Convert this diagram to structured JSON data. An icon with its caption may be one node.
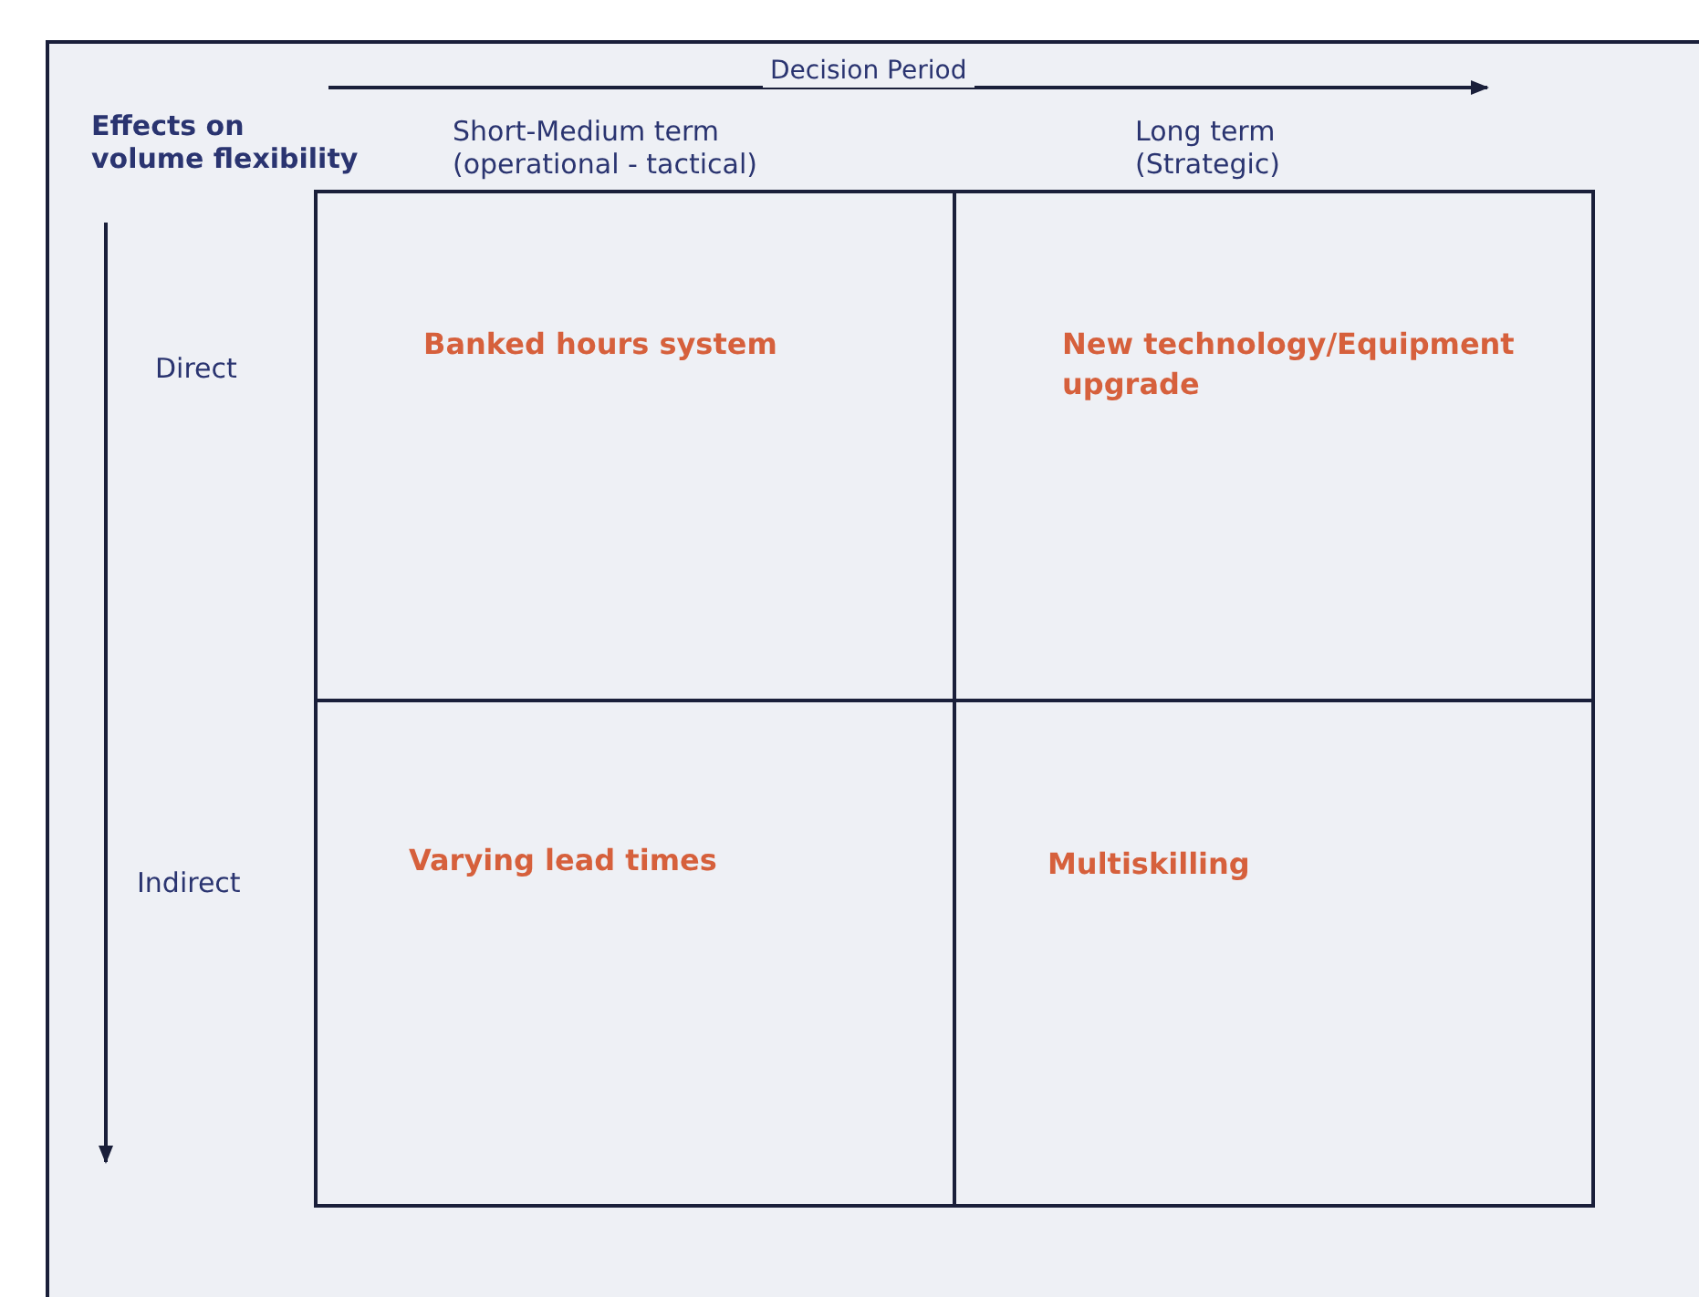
{
  "diagram": {
    "nodes": [
      {
        "text": [
          "Banked hours system"
        ]
      },
      {
        "text": [
          "New technology/Equipment upgrade"
        ]
      },
      {
        "text": [
          "Varying lead times"
        ]
      },
      {
        "text": [
          "Multiskilling"
        ]
      }
    ],
    "edges": [],
    "labels": [
      "Decision Period",
      "Effects on volume flexibility",
      "Short-Medium term (operational - tactical)",
      "Long term (Strategic)",
      "Direct",
      "Indirect"
    ]
  }
}
